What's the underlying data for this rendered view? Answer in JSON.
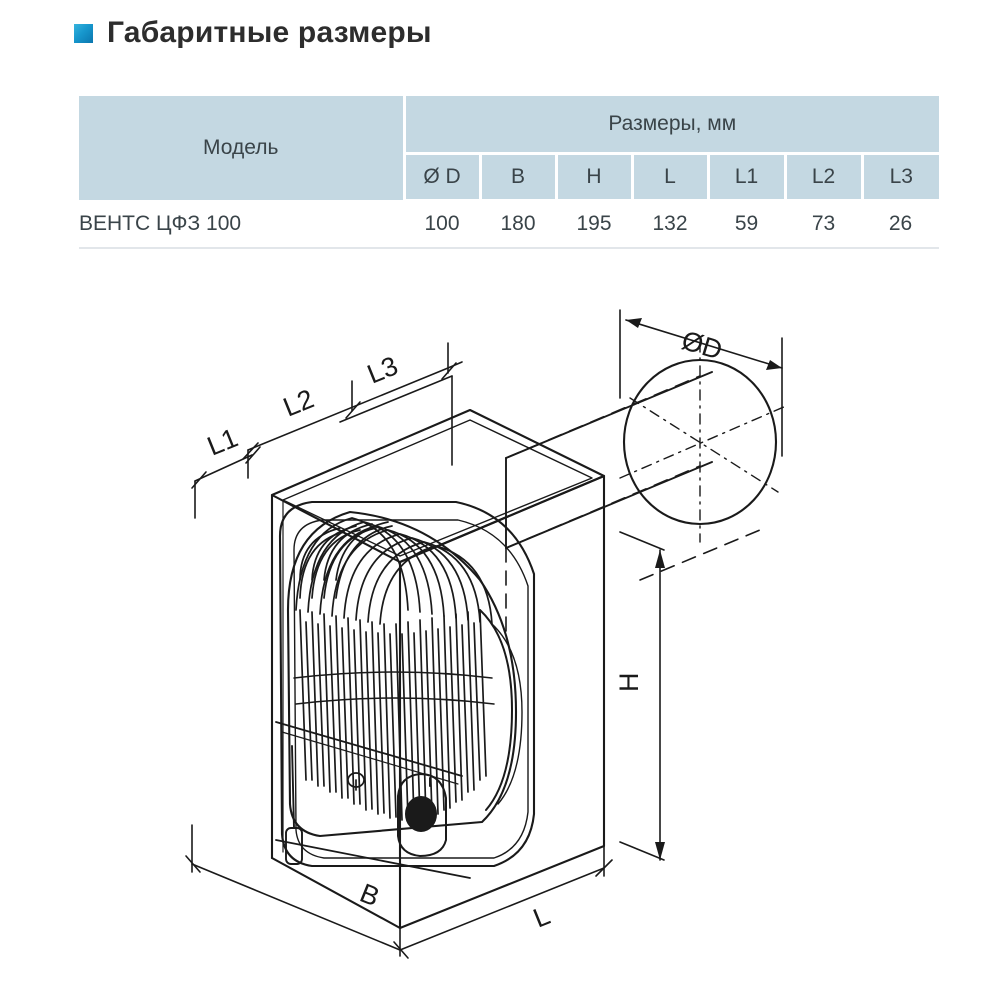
{
  "header": {
    "title": "Габаритные размеры",
    "bullet_icon": "square-bullet-icon",
    "accent_color": "#1797cd"
  },
  "table": {
    "col_model_header": "Модель",
    "col_group_header": "Размеры, мм",
    "sub_headers": [
      "Ø D",
      "B",
      "H",
      "L",
      "L1",
      "L2",
      "L3"
    ],
    "rows": [
      {
        "model": "ВЕНТС ЦФЗ 100",
        "values": [
          "100",
          "180",
          "195",
          "132",
          "59",
          "73",
          "26"
        ]
      }
    ],
    "header_bg": "#c4d8e2",
    "text_color": "#3a4449"
  },
  "drawing": {
    "description": "isometric-line-drawing-centrifugal-fan",
    "labels": {
      "l1": "L1",
      "l2": "L2",
      "l3": "L3",
      "diameter": "ØD",
      "height": "H",
      "width": "B",
      "length": "L"
    },
    "parts": {
      "grille": "louver-grille",
      "knob": "rotary-knob",
      "cord": "pull-cord",
      "duct": "round-duct-outlet",
      "circle": "duct-diameter-circle"
    },
    "line_color": "#1a1a1a"
  }
}
